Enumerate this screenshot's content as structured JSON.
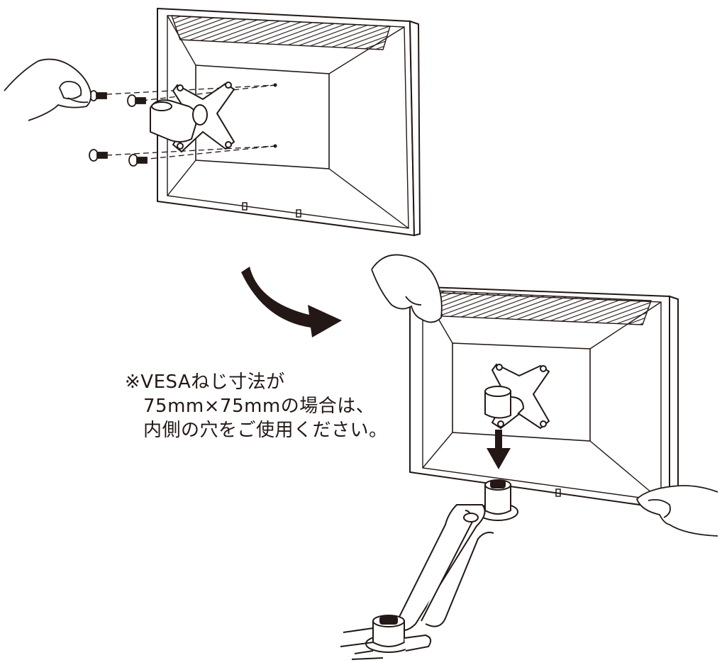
{
  "note": {
    "lines": [
      "※VESAねじ寸法が",
      "75mm×75mmの場合は、",
      "内側の穴をご使用ください。"
    ]
  },
  "colors": {
    "line": "#231815",
    "fill": "#ffffff"
  }
}
